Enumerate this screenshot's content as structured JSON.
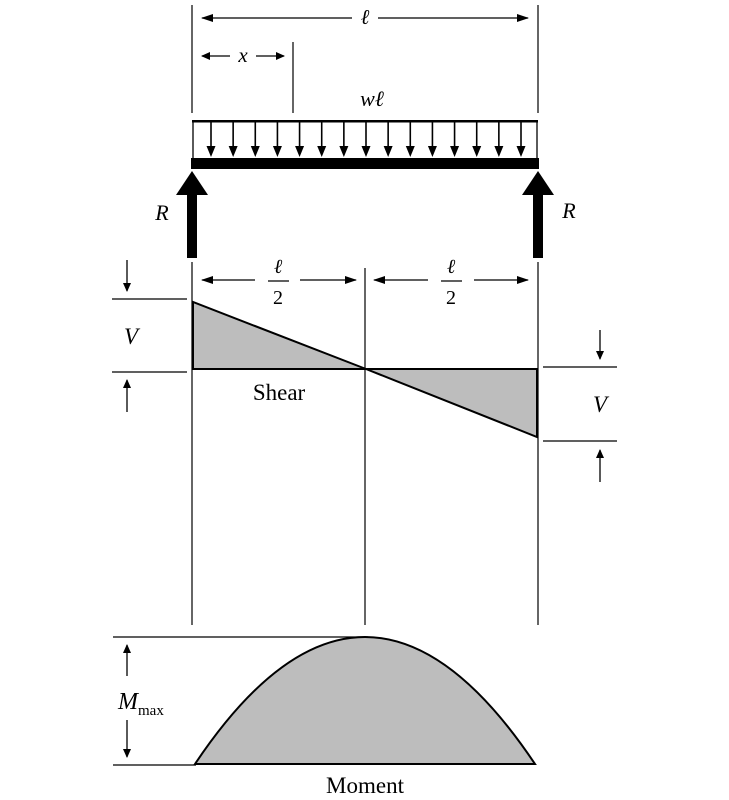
{
  "labels": {
    "span": "ℓ",
    "x": "x",
    "load": "wℓ",
    "reaction_left": "R",
    "reaction_right": "R",
    "half_num": "ℓ",
    "half_den": "2",
    "shear_v": "V",
    "shear": "Shear",
    "m": "M",
    "m_sub": "max",
    "moment": "Moment"
  },
  "colors": {
    "fill": "#bdbdbd",
    "line": "#000000"
  }
}
